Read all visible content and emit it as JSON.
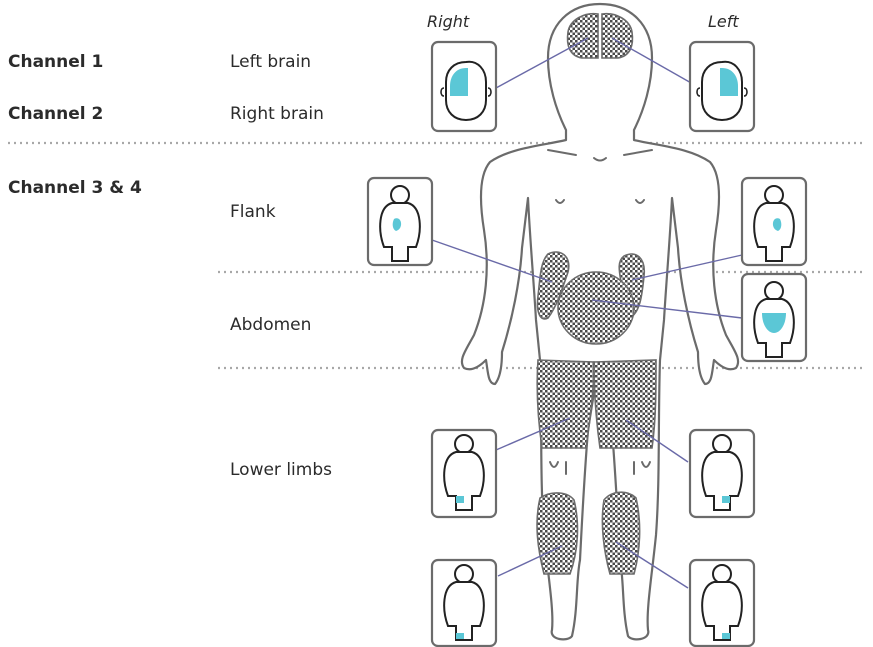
{
  "diagram": {
    "side_labels": {
      "right": "Right",
      "left": "Left"
    },
    "channels": {
      "ch1": "Channel 1",
      "ch2": "Channel 2",
      "ch34": "Channel 3 & 4"
    },
    "regions": {
      "left_brain": "Left brain",
      "right_brain": "Right brain",
      "flank": "Flank",
      "abdomen": "Abdomen",
      "lower_limbs": "Lower limbs"
    },
    "colors": {
      "accent": "#5bc7d6",
      "outline": "#6b6b6b",
      "connector": "#6a6aa8",
      "divider": "#a8a8a8",
      "text": "#2b2b2b"
    }
  }
}
